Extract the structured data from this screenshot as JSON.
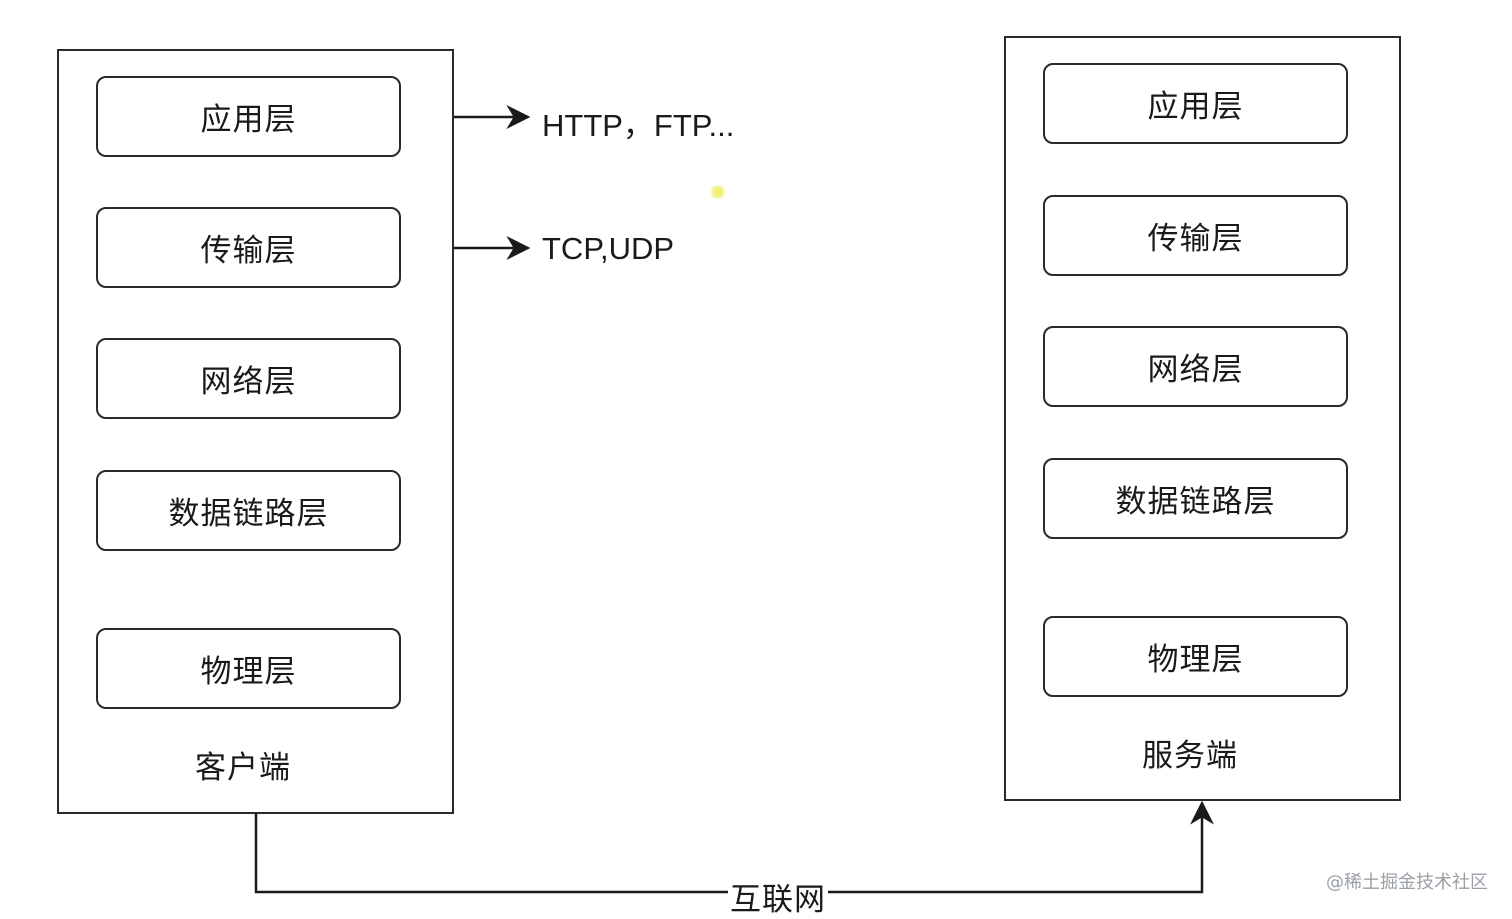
{
  "client": {
    "caption": "客户端",
    "layers": [
      "应用层",
      "传输层",
      "网络层",
      "数据链路层",
      "物理层"
    ]
  },
  "server": {
    "caption": "服务端",
    "layers": [
      "应用层",
      "传输层",
      "网络层",
      "数据链路层",
      "物理层"
    ]
  },
  "protocols": {
    "application": "HTTP，FTP...",
    "transport": "TCP,UDP"
  },
  "network_label": "互联网",
  "watermark": "@稀土掘金技术社区",
  "colors": {
    "line": "#1a1a1a",
    "border": "#2a2a2a",
    "watermark": "#9aa0a6",
    "cursor": "#f3ef72"
  }
}
